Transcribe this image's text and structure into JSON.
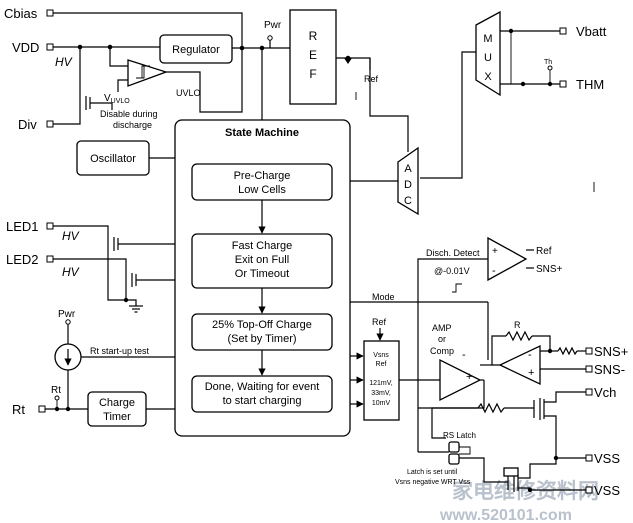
{
  "pins": {
    "cbias": "Cbias",
    "vdd": "VDD",
    "div": "Div",
    "led1": "LED1",
    "led2": "LED2",
    "rt": "Rt",
    "vbatt": "Vbatt",
    "thm": "THM",
    "sns_plus": "SNS+",
    "sns_minus": "SNS-",
    "vch": "Vch",
    "vss1": "VSS",
    "vss2": "VSS"
  },
  "labels": {
    "hv": "HV",
    "pwr": "Pwr",
    "ref": "Ref",
    "th": "Th",
    "rt_node": "Rt",
    "uvlo": "UVLO",
    "vuvlo_main": "V",
    "vuvlo_sub": "UVLO",
    "disable_line1": "Disable during",
    "disable_line2": "discharge",
    "rt_startup": "Rt start-up test",
    "mode": "Mode",
    "disch_detect": "Disch. Detect",
    "disch_ref": "Ref",
    "disch_sns": "SNS+",
    "disch_threshold": "@-0.01V",
    "amp1": "AMP",
    "amp2": "or",
    "amp3": "Comp",
    "r_label": "R",
    "rs_latch": "RS Latch",
    "latch_note1": "Latch is set until",
    "latch_note2": "Vsns negative WRT Vss",
    "vsns_ref_label": "Ref",
    "plus": "+",
    "minus": "-"
  },
  "blocks": {
    "regulator": "Regulator",
    "ref_letters": [
      "R",
      "E",
      "F"
    ],
    "mux_letters": [
      "M",
      "U",
      "X"
    ],
    "adc_letters": [
      "A",
      "D",
      "C"
    ],
    "oscillator": "Oscillator",
    "state_machine": "State Machine",
    "charge_timer": [
      "Charge",
      "Timer"
    ],
    "vsns_ref": [
      "Vsns",
      "Ref",
      "121mV,",
      "33mV,",
      "10mV"
    ]
  },
  "states": [
    [
      "Pre-Charge",
      "Low Cells"
    ],
    [
      "Fast Charge",
      "Exit on Full",
      "Or Timeout"
    ],
    [
      "25% Top-Off Charge",
      "(Set by Timer)"
    ],
    [
      "Done, Waiting for event",
      "to start charging"
    ]
  ],
  "watermark": {
    "chinese": "家电维修资料网",
    "url": "www.520101.com"
  }
}
